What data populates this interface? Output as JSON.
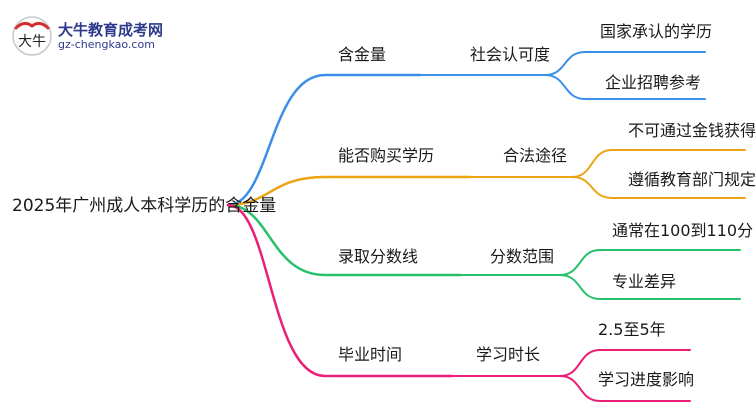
{
  "logo": {
    "title": "大牛教育成考网",
    "url": "gz-chengkao.com",
    "mark_text": "大牛"
  },
  "mindmap": {
    "root": "2025年广州成人本科学历的含金量",
    "branches": [
      {
        "label": "含金量",
        "color": "#3b8fe6",
        "sub": "社会认可度",
        "leaves": [
          "国家承认的学历",
          "企业招聘参考"
        ]
      },
      {
        "label": "能否购买学历",
        "color": "#eba514",
        "sub": "合法途径",
        "leaves": [
          "不可通过金钱获得",
          "遵循教育部门规定"
        ]
      },
      {
        "label": "录取分数线",
        "color": "#27c06b",
        "sub": "分数范围",
        "leaves": [
          "通常在100到110分",
          "专业差异"
        ]
      },
      {
        "label": "毕业时间",
        "color": "#ea1f77",
        "sub": "学习时长",
        "leaves": [
          "2.5至5年",
          "学习进度影响"
        ]
      }
    ]
  }
}
